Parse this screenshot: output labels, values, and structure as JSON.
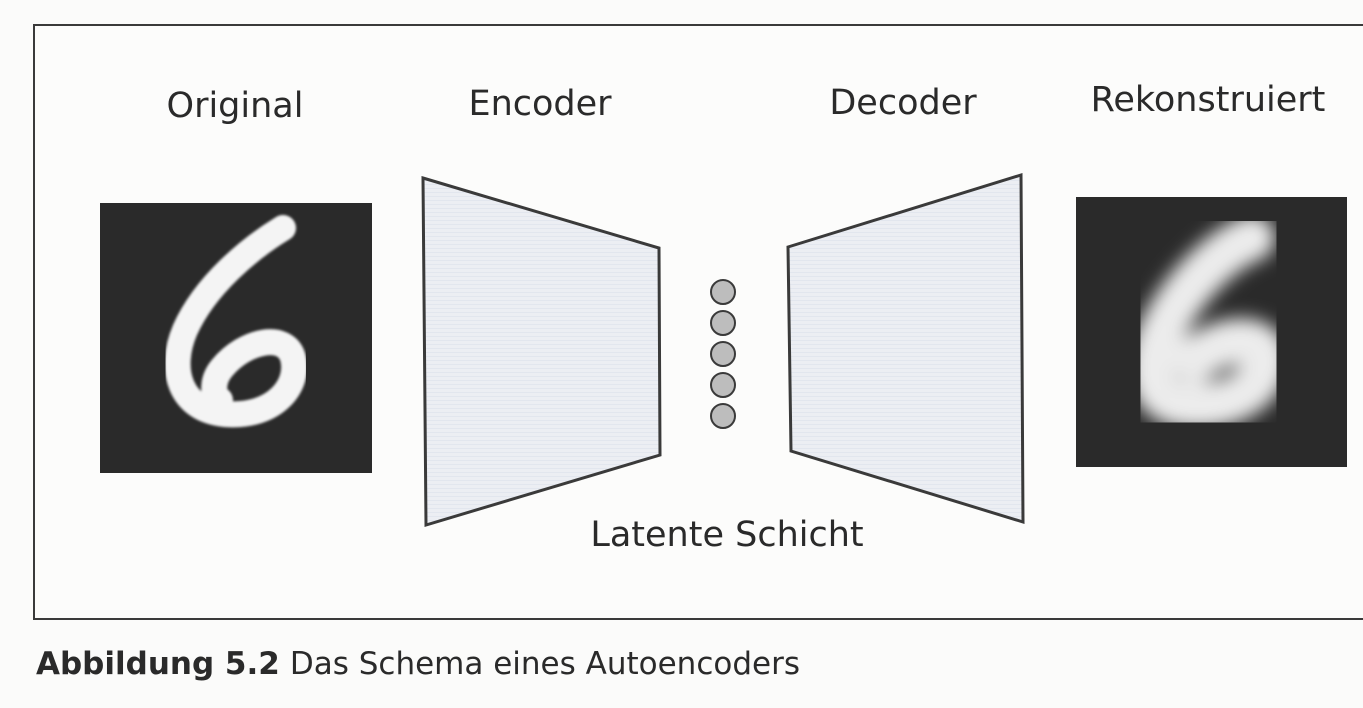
{
  "labels": {
    "original": "Original",
    "encoder": "Encoder",
    "decoder": "Decoder",
    "reconstructed": "Rekonstruiert",
    "latent": "Latente Schicht"
  },
  "latent_nodes": 5,
  "caption": {
    "number": "Abbildung 5.2",
    "text": "Das Schema eines Autoencoders"
  },
  "colors": {
    "frame": "#3a3a3a",
    "image_bg": "#2a2a2a",
    "digit": "#f4f4f4",
    "trapezoid_fill": "#e9ebf1",
    "node_fill": "#bdbdbd"
  }
}
